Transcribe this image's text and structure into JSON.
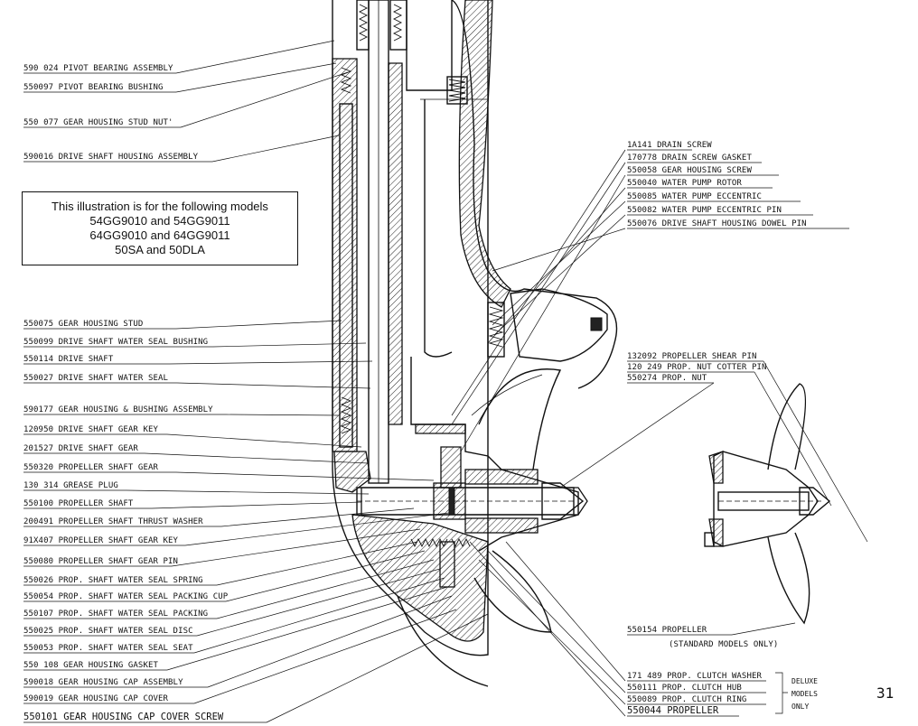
{
  "left_labels": [
    {
      "part_no": "590 024",
      "name": "PIVOT BEARING ASSEMBLY"
    },
    {
      "part_no": "550097",
      "name": "PIVOT BEARING BUSHING"
    },
    {
      "part_no": "550 077",
      "name": "GEAR HOUSING STUD NUT'"
    },
    {
      "part_no": "590016",
      "name": "DRIVE SHAFT HOUSING ASSEMBLY"
    },
    {
      "part_no": "550075",
      "name": "GEAR HOUSING STUD"
    },
    {
      "part_no": "550099",
      "name": "DRIVE SHAFT WATER SEAL BUSHING"
    },
    {
      "part_no": "550114",
      "name": "DRIVE SHAFT"
    },
    {
      "part_no": "550027",
      "name": "DRIVE SHAFT WATER SEAL"
    },
    {
      "part_no": "590177",
      "name": "GEAR HOUSING & BUSHING ASSEMBLY"
    },
    {
      "part_no": "120950",
      "name": "DRIVE SHAFT GEAR KEY"
    },
    {
      "part_no": "201527",
      "name": "DRIVE SHAFT GEAR"
    },
    {
      "part_no": "550320",
      "name": "PROPELLER SHAFT GEAR"
    },
    {
      "part_no": "130 314",
      "name": "GREASE PLUG"
    },
    {
      "part_no": "550100",
      "name": "PROPELLER SHAFT"
    },
    {
      "part_no": "200491",
      "name": "PROPELLER SHAFT THRUST WASHER"
    },
    {
      "part_no": "91X407",
      "name": "PROPELLER SHAFT GEAR KEY"
    },
    {
      "part_no": "550080",
      "name": "PROPELLER SHAFT GEAR PIN"
    },
    {
      "part_no": "550026",
      "name": "PROP. SHAFT WATER SEAL SPRING"
    },
    {
      "part_no": "550054",
      "name": "PROP. SHAFT WATER SEAL PACKING CUP"
    },
    {
      "part_no": "550107",
      "name": "PROP. SHAFT WATER SEAL PACKING"
    },
    {
      "part_no": "550025",
      "name": "PROP. SHAFT WATER SEAL DISC"
    },
    {
      "part_no": "550053",
      "name": "PROP. SHAFT WATER SEAL SEAT"
    },
    {
      "part_no": "550 108",
      "name": "GEAR HOUSING GASKET"
    },
    {
      "part_no": "590018",
      "name": "GEAR HOUSING CAP ASSEMBLY"
    },
    {
      "part_no": "590019",
      "name": "GEAR HOUSING CAP COVER"
    },
    {
      "part_no": "550101",
      "name": "GEAR HOUSING CAP COVER SCREW"
    }
  ],
  "right_labels": [
    {
      "part_no": "1A141",
      "name": "DRAIN SCREW"
    },
    {
      "part_no": "170778",
      "name": "DRAIN SCREW GASKET"
    },
    {
      "part_no": "550058",
      "name": "GEAR HOUSING SCREW"
    },
    {
      "part_no": "550040",
      "name": "WATER PUMP ROTOR"
    },
    {
      "part_no": "550085",
      "name": "WATER PUMP ECCENTRIC"
    },
    {
      "part_no": "550082",
      "name": "WATER PUMP ECCENTRIC PIN"
    },
    {
      "part_no": "550076",
      "name": "DRIVE SHAFT HOUSING DOWEL PIN"
    },
    {
      "part_no": "132092",
      "name": "PROPELLER SHEAR PIN"
    },
    {
      "part_no": "120 249",
      "name": "PROP. NUT COTTER PIN"
    },
    {
      "part_no": "550274",
      "name": "PROP. NUT"
    }
  ],
  "propeller_label": {
    "part_no": "550154",
    "name": "PROPELLER",
    "note": "(STANDARD MODELS ONLY)"
  },
  "deluxe_labels": [
    {
      "part_no": "171 489",
      "name": "PROP. CLUTCH WASHER"
    },
    {
      "part_no": "550111",
      "name": "PROP. CLUTCH HUB"
    },
    {
      "part_no": "550089",
      "name": "PROP. CLUTCH RING"
    },
    {
      "part_no": "550044",
      "name": "PROPELLER"
    }
  ],
  "deluxe_note": [
    "DELUXE",
    "MODELS",
    "ONLY"
  ],
  "model_box": {
    "line1": "This illustration is for the following models",
    "line2": "54GG9010 and 54GG9011",
    "line3": "64GG9010 and 64GG9011",
    "line4": "50SA and 50DLA"
  },
  "page_number": "31"
}
